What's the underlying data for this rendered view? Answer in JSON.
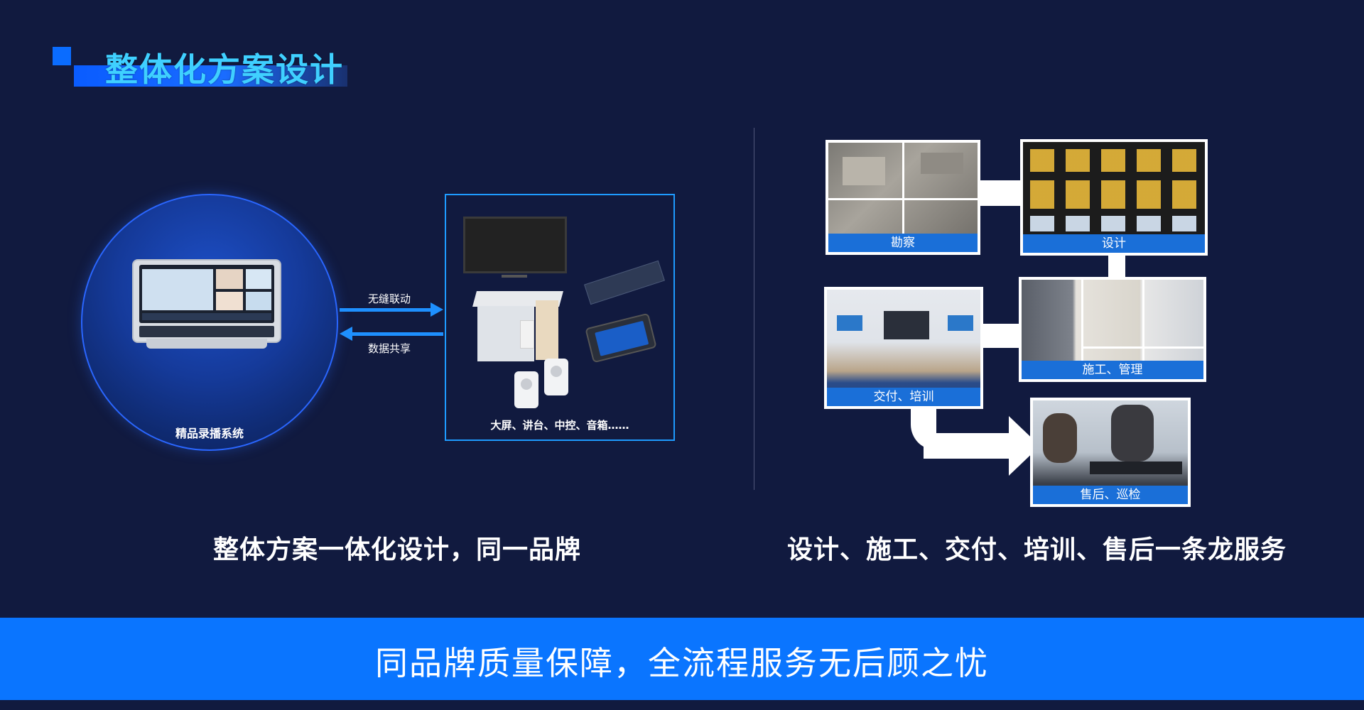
{
  "header": {
    "title": "整体化方案设计"
  },
  "left": {
    "circle_label": "精品录播系统",
    "arrow_top_label": "无缝联动",
    "arrow_bottom_label": "数据共享",
    "products_label": "大屏、讲台、中控、音箱……",
    "caption": "整体方案一体化设计，同一品牌"
  },
  "right": {
    "steps": [
      {
        "label": "勘察"
      },
      {
        "label": "设计"
      },
      {
        "label": "交付、培训"
      },
      {
        "label": "施工、管理"
      },
      {
        "label": "售后、巡检"
      }
    ],
    "caption": "设计、施工、交付、培训、售后一条龙服务"
  },
  "banner": {
    "text": "同品牌质量保障，全流程服务无后顾之忧"
  },
  "colors": {
    "background": "#111a3f",
    "accent": "#0a75ff",
    "title": "#3fd0ff",
    "caption_bar": "#1a6fd8"
  }
}
